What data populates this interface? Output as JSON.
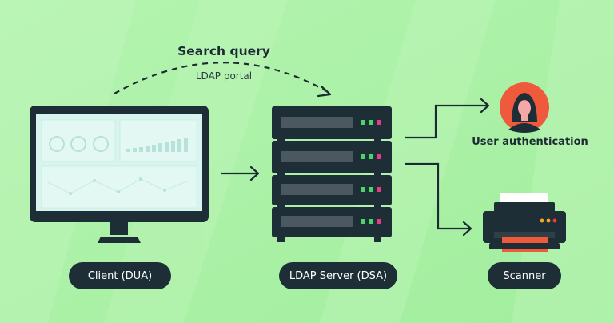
{
  "diagram": {
    "title": "Search query",
    "subtitle": "LDAP portal",
    "user_label": "User authentication",
    "client_label": "Client (DUA)",
    "server_label": "LDAP Server (DSA)",
    "scanner_label": "Scanner"
  },
  "colors": {
    "background": "#a6f2a6",
    "dark": "#1d2e37",
    "led_green": "#4cd46a",
    "led_pink": "#e83a8c",
    "user_avatar": "#ef5a3c",
    "scanner_paper": "#f05a3a"
  },
  "icons": [
    "monitor-icon",
    "server-icon",
    "user-avatar-icon",
    "printer-icon",
    "arrow-icon"
  ]
}
